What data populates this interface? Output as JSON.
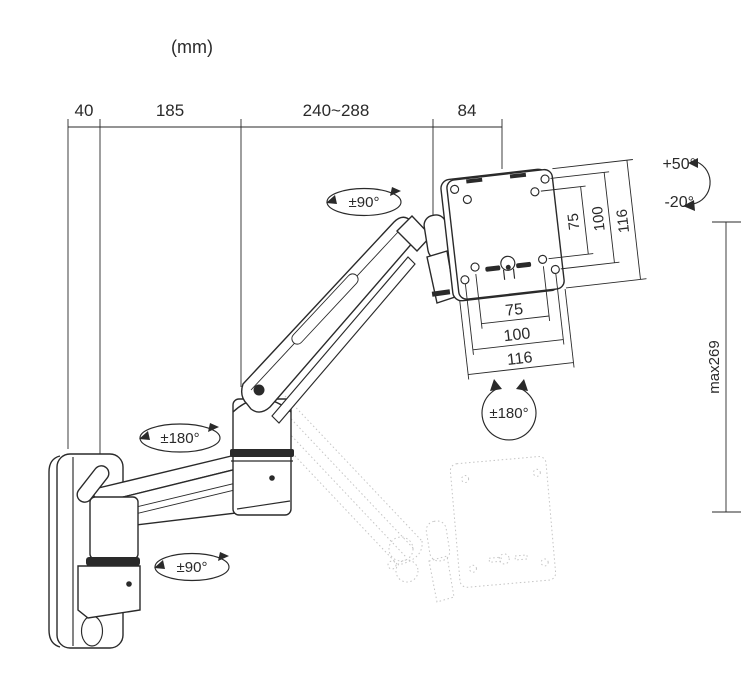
{
  "unit_label": "(mm)",
  "colors": {
    "ink": "#2a2a2a",
    "ghost": "#c4c4c4",
    "background": "#ffffff"
  },
  "dimensions_top": {
    "wall_plate_depth": "40",
    "lower_arm_length": "185",
    "extension_range": "240~288",
    "head_offset": "84"
  },
  "rotation_labels": {
    "head_swivel": "±90°",
    "arm_rotation": "±180°",
    "base_swivel": "±90°",
    "vesa_rotation": "±180°"
  },
  "tilt_labels": {
    "up": "+50°",
    "down": "-20°"
  },
  "height_range_label": "max269",
  "vesa_dimensions": {
    "vertical": [
      "75",
      "100",
      "116"
    ],
    "horizontal": [
      "75",
      "100",
      "116"
    ]
  }
}
